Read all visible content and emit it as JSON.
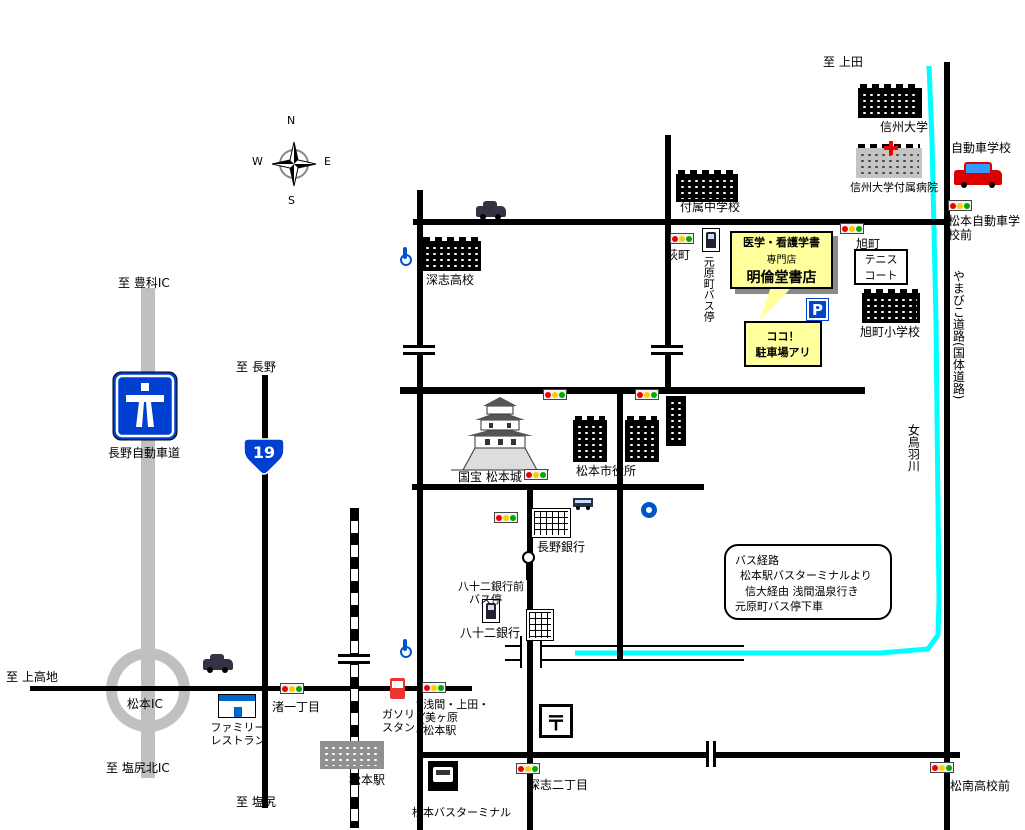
{
  "colors": {
    "road": "#000000",
    "river": "#00ffff",
    "expressway_gray": "#c0c0c0",
    "highlight_yellow": "#ffff9c",
    "sign_blue": "#0040d0",
    "traffic_red": "#ee0000",
    "traffic_yellow": "#ffcc00",
    "traffic_green": "#00aa00"
  },
  "compass": {
    "n": "N",
    "e": "E",
    "s": "S",
    "w": "W"
  },
  "edges": {
    "to_toyoshina_ic": "至 豊科IC",
    "to_nagano": "至 長野",
    "to_ueda": "至 上田",
    "to_kamikochi": "至 上高地",
    "to_shiojiri": "至 塩尻",
    "to_shiojiri_kita_ic": "至 塩尻北IC"
  },
  "expressway": {
    "name": "長野自動車道",
    "interchange": "松本IC"
  },
  "route19": "19",
  "store": {
    "line1": "医学・看護学書",
    "line2": "専門店",
    "name": "明倫堂書店",
    "here_note": "ココ！\n駐車場アリ",
    "parking_label": "P"
  },
  "bus_note": {
    "line1": "バス経路",
    "line2": "松本駅バスターミナルより",
    "line3": "信大経由 浅間温泉行き",
    "line4": "元原町バス停下車"
  },
  "places": {
    "shinshu_university": "信州大学",
    "university_hospital": "信州大学付属病院",
    "driving_school": "自動車学校",
    "driving_school_mae": "松本自動車学校前",
    "asahimachi": "旭町",
    "tennis_court": "テニス\nコート",
    "asahimachi_elementary": "旭町小学校",
    "fuzoku_junior_high": "付属中学校",
    "hagimachi": "萩町",
    "motoharamachi_bus_stop": "元原町バス停",
    "fukashi_high": "深志高校",
    "yamabiko_road": "やまびこ道路(国体道路)",
    "metoba_river": "女鳥羽川",
    "matsumoto_castle": "国宝 松本城",
    "city_hall": "松本市役所",
    "nagano_bank": "長野銀行",
    "hachijuni_mae_bus_stop": "八十二銀行前\n　バス停",
    "hachijuni_bank": "八十二銀行",
    "family_restaurant": "ファミリー\nレストラン",
    "nagisa_1chome": "渚一丁目",
    "gas_station": "ガソリン\nスタンド",
    "street_note": "↑浅間・上田・\n　美ヶ原\n↓松本駅",
    "matsumoto_station": "松本駅",
    "bus_terminal": "松本バスターミナル",
    "post_mark": "〒",
    "fukashi_2chome": "深志二丁目",
    "shonan_high_mae": "松南高校前"
  }
}
